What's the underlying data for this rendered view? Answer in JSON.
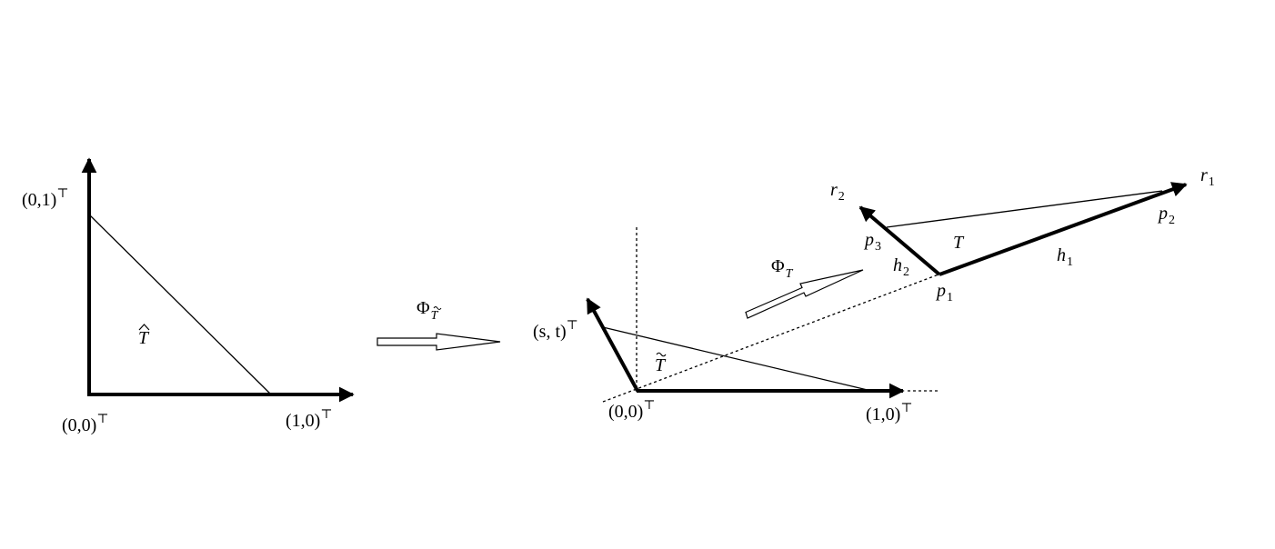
{
  "labels": {
    "ref_origin": "(0,0)",
    "ref_e2": "(0,1)",
    "ref_e1": "(1,0)",
    "ref_triangle": "T",
    "mid_apex": "(s, t)",
    "mid_origin": "(0,0)",
    "mid_e1": "(1,0)",
    "mid_triangle": "T",
    "transpose": "⊤",
    "map1": "Φ",
    "map1_sub": "T",
    "map2": "Φ",
    "map2_sub": "T",
    "target_triangle": "T",
    "r1": "r",
    "r1_sub": "1",
    "r2": "r",
    "r2_sub": "2",
    "p1": "p",
    "p1_sub": "1",
    "p2": "p",
    "p2_sub": "2",
    "p3": "p",
    "p3_sub": "3",
    "h1": "h",
    "h1_sub": "1",
    "h2": "h",
    "h2_sub": "2"
  }
}
